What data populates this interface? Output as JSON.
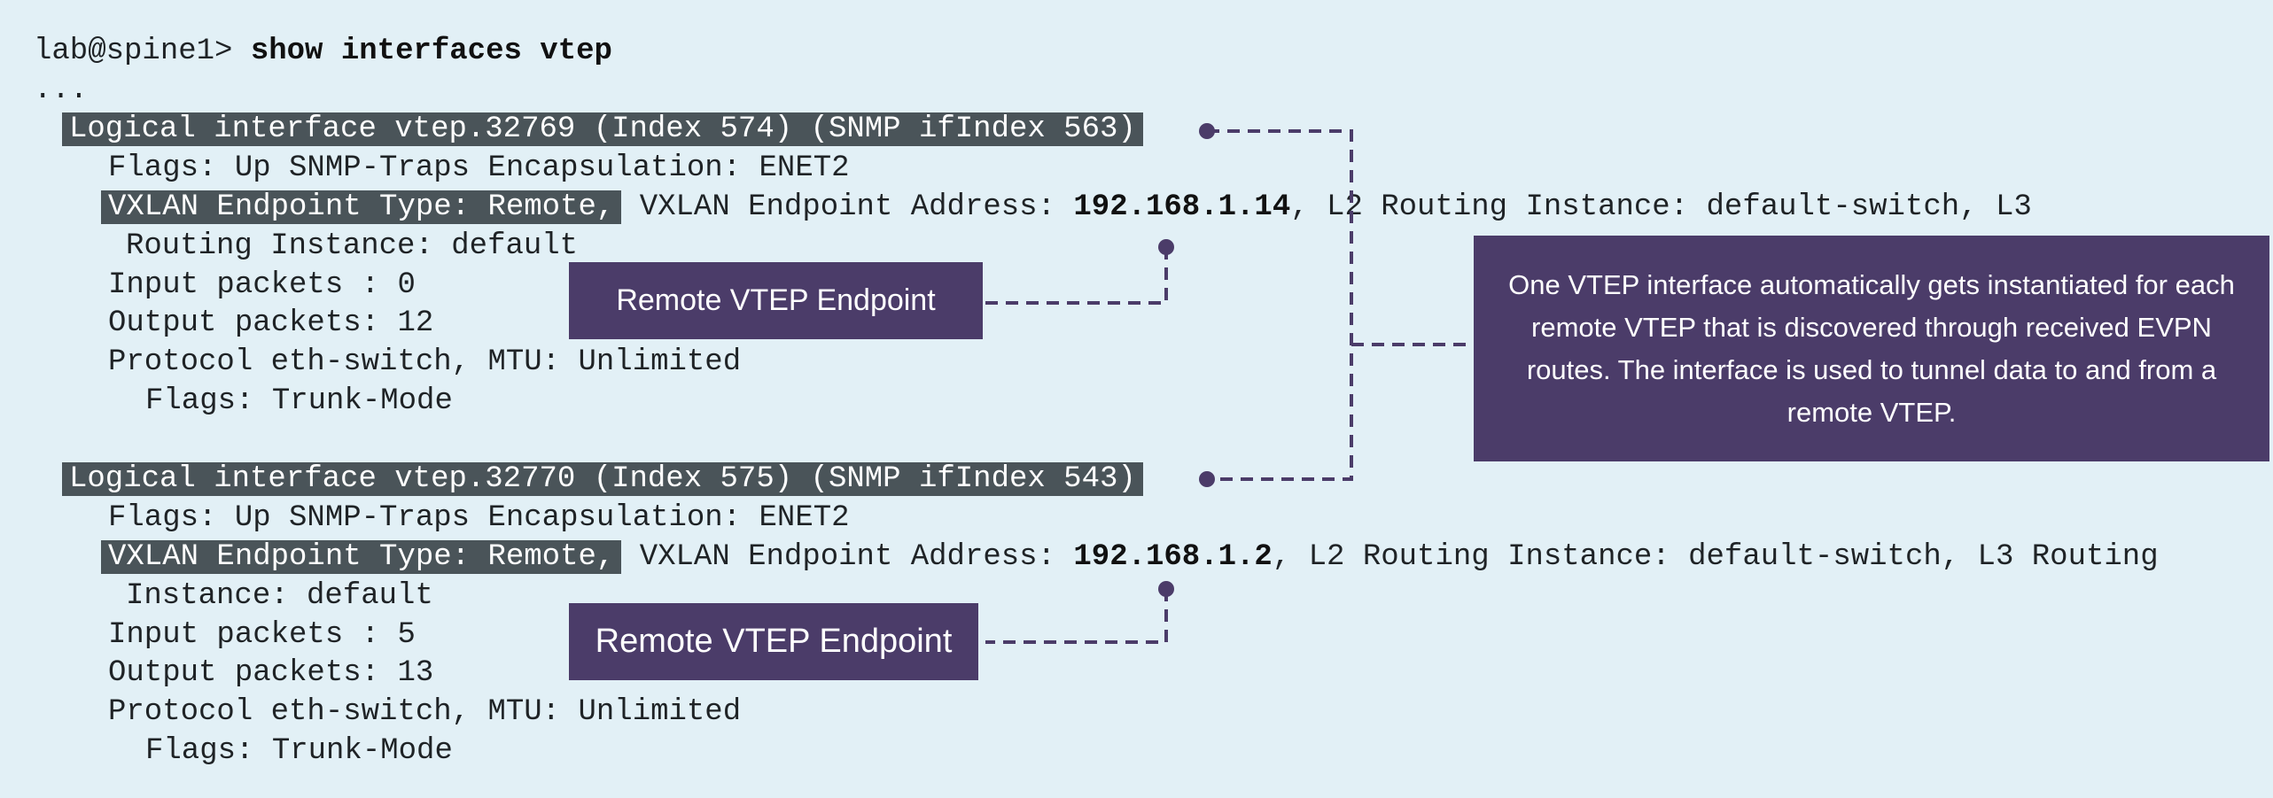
{
  "terminal": {
    "prompt": "lab@spine1> ",
    "command": "show interfaces vtep",
    "ellipsis": "...",
    "interfaces": [
      {
        "header": "Logical interface vtep.32769 (Index 574) (SNMP ifIndex 563)",
        "flags": "Flags: Up SNMP-Traps Encapsulation: ENET2",
        "endpoint_type": "VXLAN Endpoint Type: Remote,",
        "endpoint_addr_label": " VXLAN Endpoint Address: ",
        "endpoint_addr": "192.168.1.14",
        "endpoint_rest": ", L2 Routing Instance: default-switch, L3",
        "routing_cont": "Routing Instance: default",
        "input_packets": "Input packets : 0",
        "output_packets": "Output packets: 12",
        "protocol": "Protocol eth-switch, MTU: Unlimited",
        "proto_flags": "Flags: Trunk-Mode"
      },
      {
        "header": "Logical interface vtep.32770 (Index 575) (SNMP ifIndex 543)",
        "flags": "Flags: Up SNMP-Traps Encapsulation: ENET2",
        "endpoint_type": "VXLAN Endpoint Type: Remote,",
        "endpoint_addr_label": " VXLAN Endpoint Address: ",
        "endpoint_addr": "192.168.1.2",
        "endpoint_rest": ", L2 Routing Instance: default-switch, L3 Routing",
        "routing_cont": "Instance: default",
        "input_packets": "Input packets : 5",
        "output_packets": "Output packets: 13",
        "protocol": "Protocol eth-switch, MTU: Unlimited",
        "proto_flags": "Flags: Trunk-Mode"
      }
    ]
  },
  "callouts": {
    "remote_vtep_1": "Remote VTEP Endpoint",
    "remote_vtep_2": "Remote VTEP Endpoint",
    "vtep_info": "One VTEP interface automatically gets instantiated for each remote VTEP that is discovered through received EVPN routes. The interface is used to tunnel data to and from a remote VTEP."
  },
  "colors": {
    "background": "#e2f0f6",
    "highlight": "#4a5459",
    "callout": "#4b3c69",
    "connector": "#4b3c69"
  }
}
